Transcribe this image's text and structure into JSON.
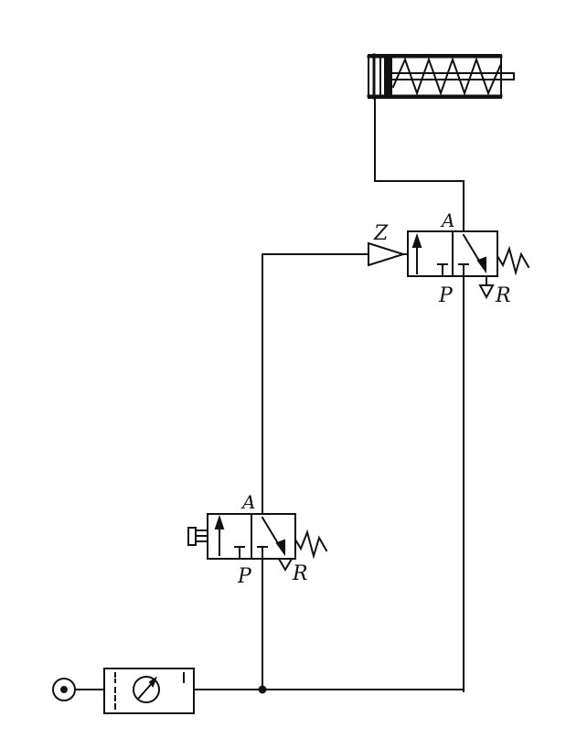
{
  "diagram": {
    "colors": {
      "line": "#111111",
      "background": "#ffffff"
    },
    "labels": {
      "upper_valve_a": "A",
      "upper_valve_p": "P",
      "upper_valve_r": "R",
      "pilot_z": "Z",
      "lower_valve_a": "A",
      "lower_valve_p": "P",
      "lower_valve_r": "R"
    },
    "components": [
      {
        "id": "cylinder",
        "kind": "single-acting cylinder with spring return"
      },
      {
        "id": "upper-valve",
        "kind": "3/2 pilot-operated valve, spring return"
      },
      {
        "id": "lower-valve",
        "kind": "3/2 push-button valve, spring return"
      },
      {
        "id": "air-source",
        "kind": "pressure source"
      },
      {
        "id": "filter-regulator",
        "kind": "filter regulator with gauge"
      }
    ]
  }
}
